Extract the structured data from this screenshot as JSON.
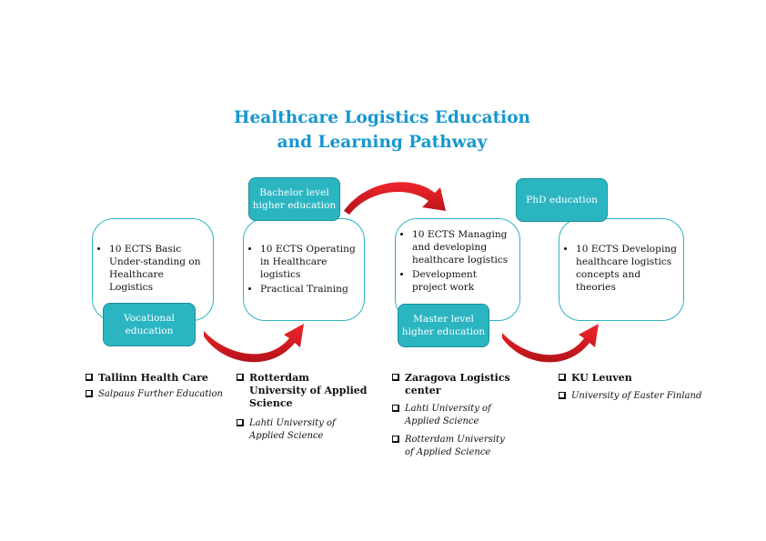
{
  "title": {
    "line1": "Healthcare Logistics Education",
    "line2": "and Learning Pathway"
  },
  "stages": [
    {
      "label": [
        "Vocational",
        "education"
      ],
      "bullets": [
        "10 ECTS Basic Under-standing on Healthcare Logistics"
      ]
    },
    {
      "label": [
        "Bachelor level",
        "higher education"
      ],
      "bullets": [
        "10 ECTS Operating in Healthcare logistics",
        "Practical Training"
      ]
    },
    {
      "label": [
        "Master level",
        "higher education"
      ],
      "bullets": [
        "10 ECTS Managing and developing healthcare logistics",
        "Development project work"
      ]
    },
    {
      "label": [
        "PhD education"
      ],
      "bullets": [
        "10 ECTS Developing healthcare logistics concepts and theories"
      ]
    }
  ],
  "institutions": [
    [
      {
        "name": "Tallinn Health Care",
        "style": "bold"
      },
      {
        "name": "Salpaus Further Education",
        "style": "italic"
      }
    ],
    [
      {
        "name": "Rotterdam University of Applied Science",
        "style": "bold"
      },
      {
        "name": "Lahti University of Applied Science",
        "style": "italic"
      }
    ],
    [
      {
        "name": "Zaragova Logistics center",
        "style": "bold"
      },
      {
        "name": "Lahti University of Applied Science",
        "style": "italic"
      },
      {
        "name": "Rotterdam University of Applied Science",
        "style": "italic"
      }
    ],
    [
      {
        "name": "KU Leuven",
        "style": "bold"
      },
      {
        "name": "University of Easter Finland",
        "style": "italic"
      }
    ]
  ],
  "colors": {
    "title": "#1597cf",
    "box_border": "#2bb5c1",
    "label_fill": "#2bb5c1",
    "arrow": "#e01f26"
  }
}
